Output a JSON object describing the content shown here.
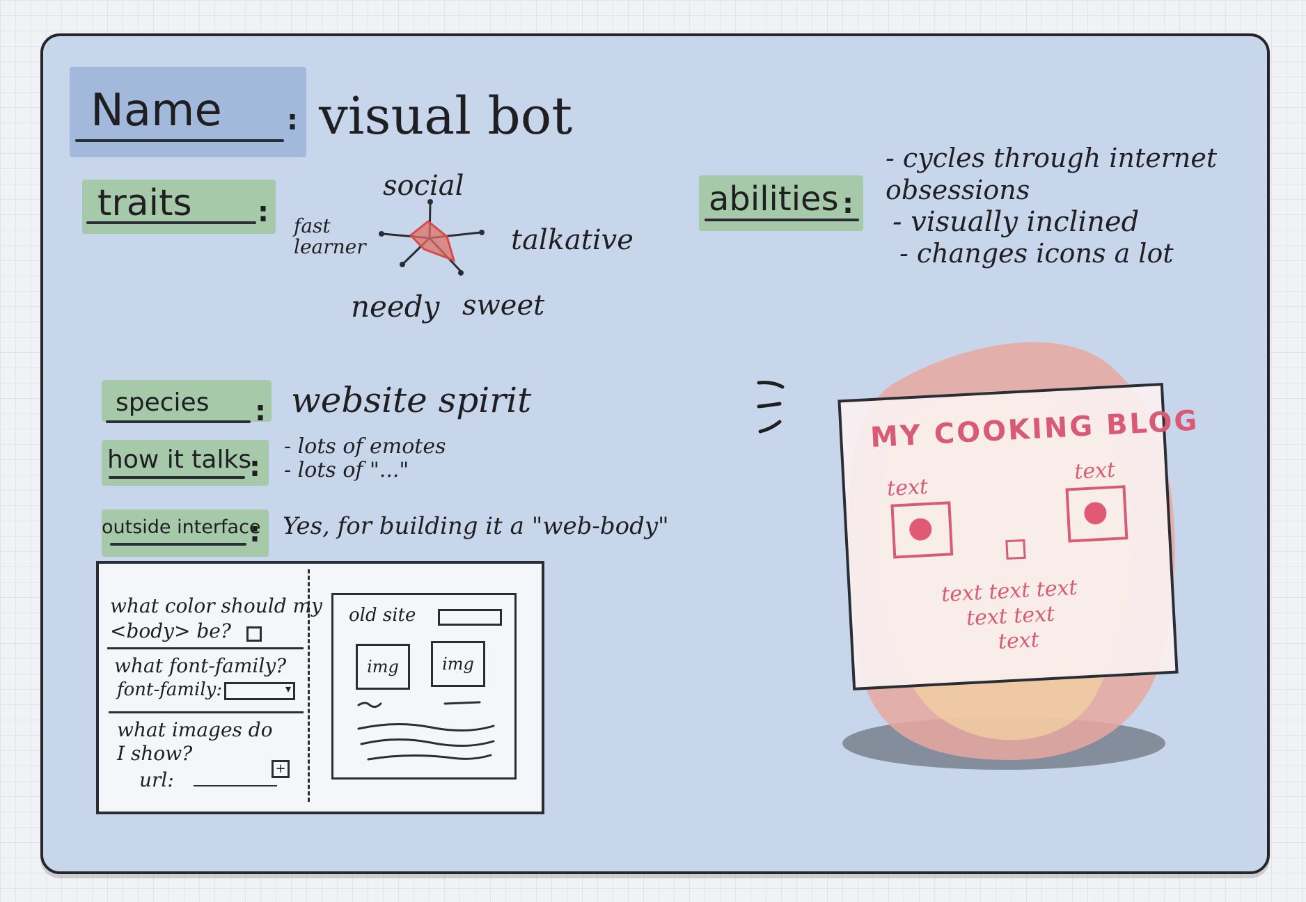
{
  "name": {
    "label": "Name",
    "value": "visual bot"
  },
  "traits": {
    "label": "traits",
    "axes": [
      "social",
      "talkative",
      "sweet",
      "needy",
      "fast learner"
    ]
  },
  "abilities": {
    "label": "abilities",
    "items": [
      "- cycles through internet obsessions",
      "- visually inclined",
      "- changes icons a lot"
    ]
  },
  "species": {
    "label": "species",
    "value": "website spirit"
  },
  "how_it_talks": {
    "label": "how it talks",
    "items": [
      "- lots of emotes",
      "- lots of \"...\""
    ]
  },
  "outside_interface": {
    "label": "outside interface",
    "value": "Yes, for building it a \"web-body\""
  },
  "wireframe": {
    "q1_line1": "what color should my",
    "q1_line2": "<body> be?",
    "q2": "what font-family?",
    "font_label": "font-family:",
    "q3_line1": "what images do",
    "q3_line2": "I show?",
    "url_label": "url:",
    "add_symbol": "+",
    "old_site": "old site",
    "img1": "img",
    "img2": "img"
  },
  "blog": {
    "title": "MY COOKING BLOG",
    "text_left": "text",
    "text_right": "text",
    "body_line1": "text text text",
    "body_line2": "text text",
    "body_line3": "text"
  },
  "colors": {
    "card_bg": "#c8d6ec",
    "name_highlight": "#a3b9dc",
    "label_highlight": "#a6c9a9",
    "radar_fill": "#e07068",
    "blog_pink": "#d85a74"
  }
}
